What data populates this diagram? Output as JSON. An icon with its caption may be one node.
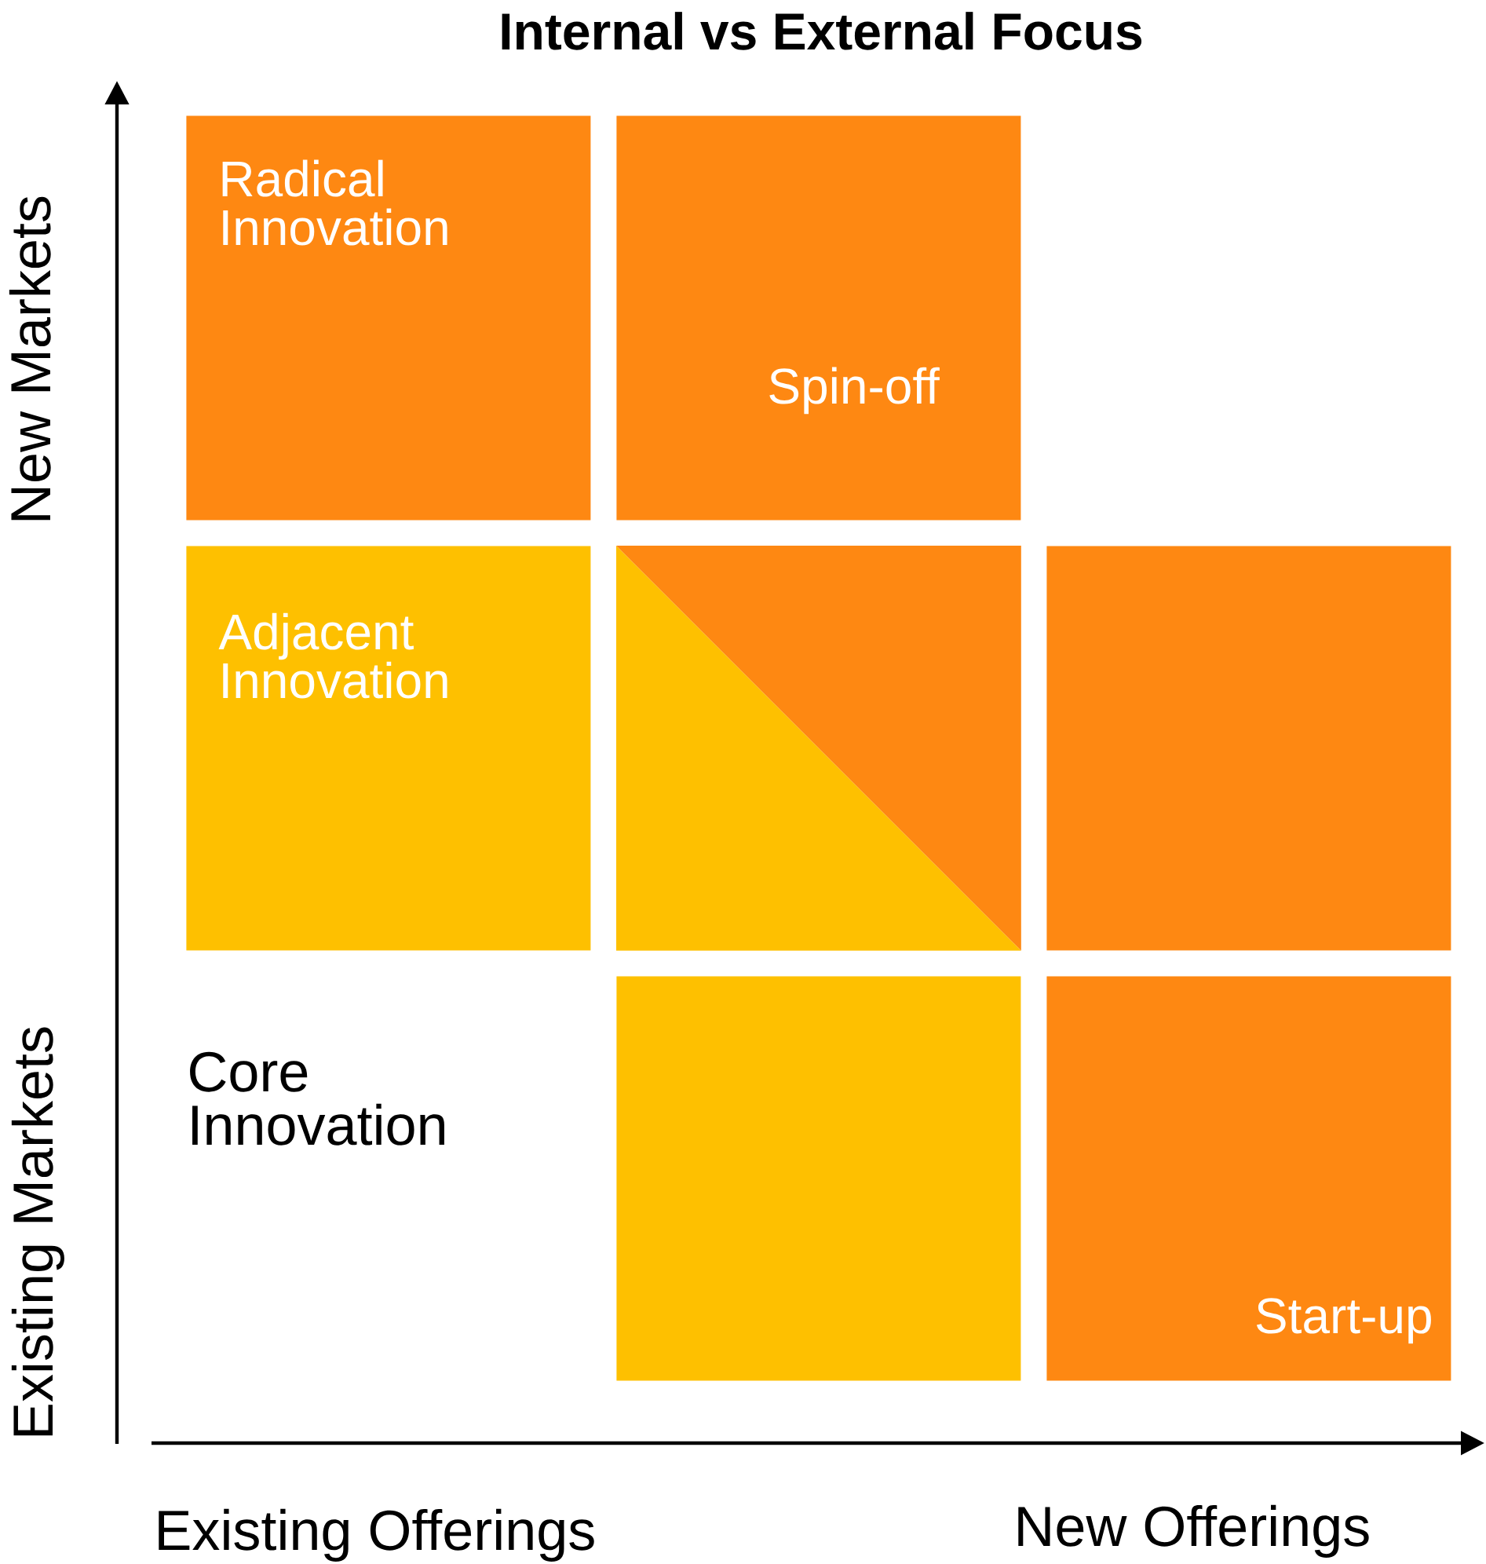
{
  "diagram": {
    "title": "Internal vs External Focus",
    "nodes": [
      {
        "text": [
          "Radical Innovation"
        ]
      },
      {
        "text": [
          "Spin-off"
        ]
      },
      {
        "text": [
          "Adjacent Innovation"
        ]
      },
      {
        "text": [],
        "shape": "box"
      },
      {
        "text": [],
        "shape": "box"
      },
      {
        "text": [],
        "shape": "box"
      },
      {
        "text": [
          "Start-up"
        ]
      }
    ],
    "labels": [
      "New Markets",
      "Core Innovation",
      "Existing Markets",
      "Existing Offerings",
      "New Offerings"
    ]
  }
}
